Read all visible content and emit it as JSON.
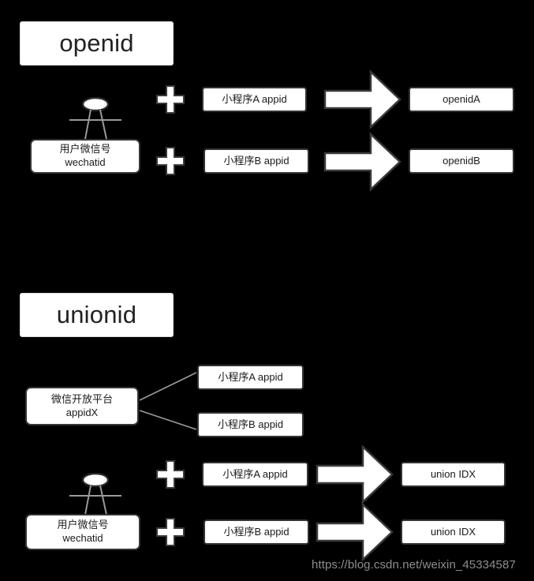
{
  "diagram": {
    "background_color": "#000000",
    "node_fill": "#ffffff",
    "node_border": "#333333",
    "connector_color": "#9a9a9a",
    "watermark_color": "#8e8e8e"
  },
  "sections": [
    {
      "title": "openid",
      "rows": [
        {
          "left": {
            "line1": "用户微信号",
            "line2": "wechatid"
          },
          "operator": "+",
          "middle": "小程序A appid",
          "arrow": "arrow-right",
          "result": "openidA"
        },
        {
          "operator": "+",
          "middle": "小程序B appid",
          "arrow": "arrow-right",
          "result": "openidB"
        }
      ]
    },
    {
      "title": "unionid",
      "platform": {
        "line1": "微信开放平台",
        "line2": "appidX"
      },
      "platform_children": [
        "小程序A appid",
        "小程序B appid"
      ],
      "rows": [
        {
          "left": {
            "line1": "用户微信号",
            "line2": "wechatid"
          },
          "operator": "+",
          "middle": "小程序A appid",
          "arrow": "arrow-right",
          "result": "union IDX"
        },
        {
          "operator": "+",
          "middle": "小程序B appid",
          "arrow": "arrow-right",
          "result": "union IDX"
        }
      ]
    }
  ],
  "watermark": "https://blog.csdn.net/weixin_45334587"
}
